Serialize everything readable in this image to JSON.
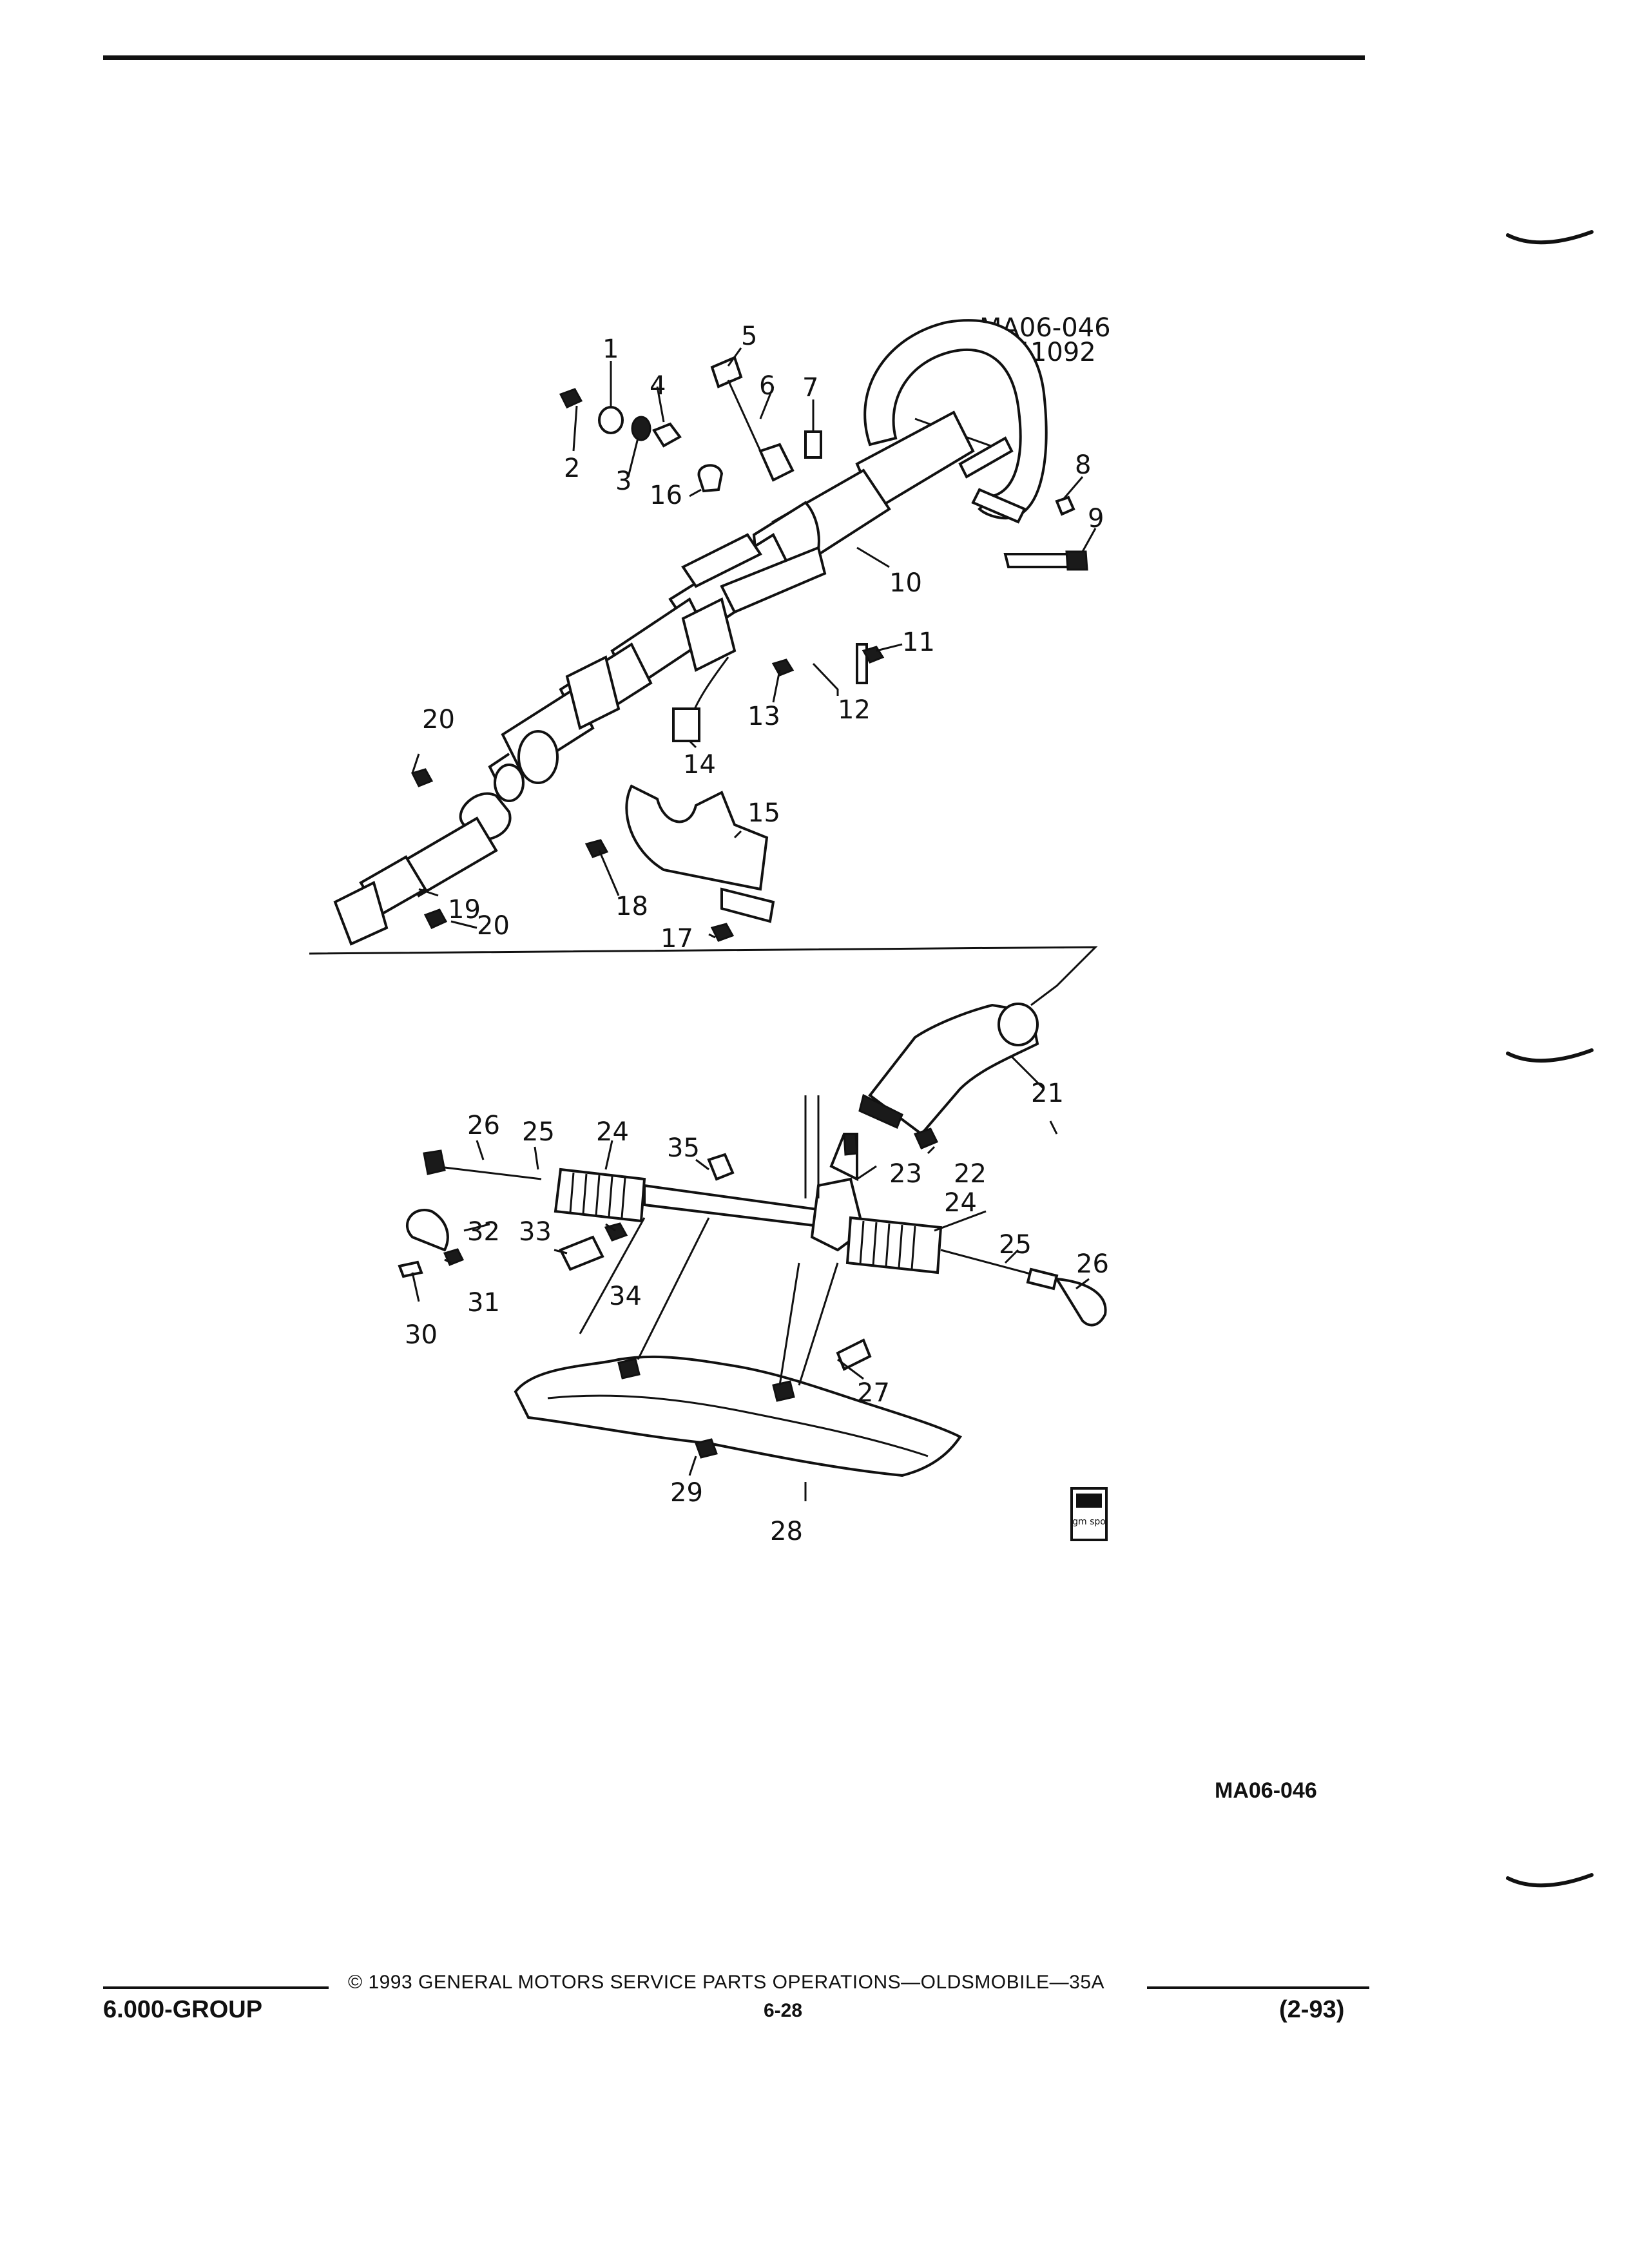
{
  "figure": {
    "code_top": "MA06-046",
    "date_code": "041092",
    "code_bottom": "MA06-046",
    "logo_text": "gm spo"
  },
  "callouts": {
    "c1": "1",
    "c2": "2",
    "c3": "3",
    "c4": "4",
    "c5": "5",
    "c6": "6",
    "c7": "7",
    "c8": "8",
    "c9": "9",
    "c10": "10",
    "c11": "11",
    "c12": "12",
    "c13": "13",
    "c14": "14",
    "c15": "15",
    "c16": "16",
    "c17": "17",
    "c18": "18",
    "c19": "19",
    "c20a": "20",
    "c20b": "20",
    "c21": "21",
    "c22": "22",
    "c23": "23",
    "c24a": "24",
    "c24b": "24",
    "c25a": "25",
    "c25b": "25",
    "c26a": "26",
    "c26b": "26",
    "c27": "27",
    "c28": "28",
    "c29": "29",
    "c30": "30",
    "c31": "31",
    "c32": "32",
    "c33": "33",
    "c34": "34",
    "c35": "35"
  },
  "footer": {
    "copyright": "© 1993 GENERAL MOTORS SERVICE PARTS OPERATIONS—OLDSMOBILE—35A",
    "group": "6.000-GROUP",
    "page": "6-28",
    "date": "(2-93)"
  }
}
